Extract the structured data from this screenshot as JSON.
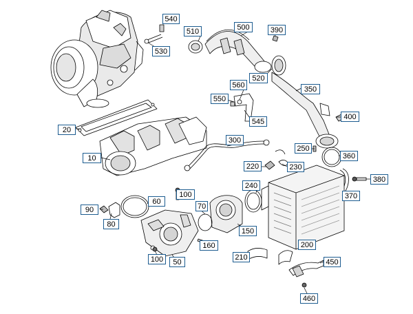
{
  "diagram": {
    "callouts": [
      "540",
      "510",
      "500",
      "390",
      "530",
      "560",
      "520",
      "550",
      "350",
      "545",
      "400",
      "20",
      "300",
      "250",
      "360",
      "10",
      "220",
      "230",
      "380",
      "240",
      "370",
      "100",
      "60",
      "90",
      "70",
      "80",
      "150",
      "160",
      "200",
      "210",
      "450",
      "100",
      "50",
      "460"
    ]
  },
  "colors": {
    "callout_border": "#1b5b8f",
    "line": "#000000",
    "part_fill": "#ffffff",
    "shade": "#cfcfcf"
  }
}
